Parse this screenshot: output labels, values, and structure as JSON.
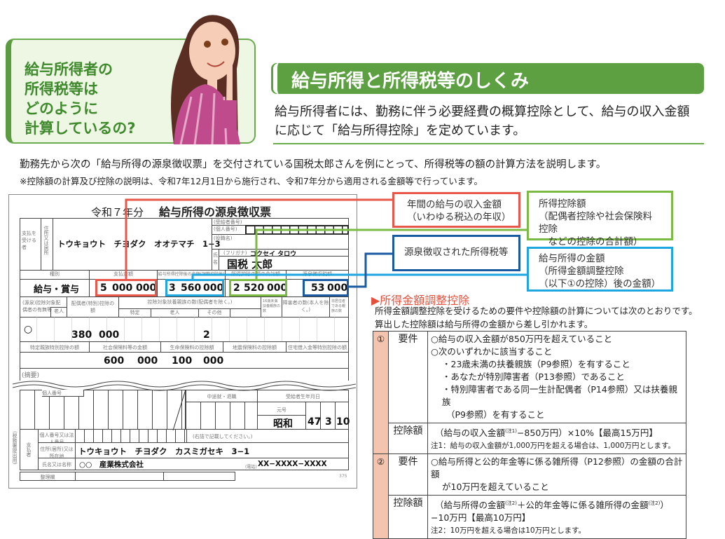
{
  "callout": {
    "lines": [
      "給与所得者の",
      "所得税等は",
      "どのように",
      "計算しているの?"
    ]
  },
  "header": {
    "title": "給与所得と所得税等のしくみ",
    "lead": [
      "給与所得者には、勤務に伴う必要経費の概算控除として、給与の収入金額",
      "に応じて「給与所得控除」を定めています。"
    ]
  },
  "intro": "勤務先から次の「給与所得の源泉徴収票」を交付されている国税太郎さんを例にとって、所得税等の額の計算方法を説明します。",
  "note": "※控除額の計算及び控除の説明は、令和7年12月1日から施行され、令和7年分から適用される金額等で行っています。",
  "form": {
    "year": "令和７年分",
    "title": "給与所得の源泉徴収票",
    "recipient_label": "支払を受ける者",
    "address_label": "住所又は居所",
    "address": "トウキョウト　チヨダク　オオテマチ　1−3",
    "recipient_no_label": "(受給者番号)",
    "personal_no_label": "(個人番号)",
    "position_label": "(役職名)",
    "furigana_label": "(フリガナ)",
    "furigana": "コクセイ タロウ",
    "name_label": "氏名",
    "name": "国税 太郎",
    "col_type": "種別",
    "col_pay": "支払金額",
    "col_after": "給与所得控除後の金額(調整控除後)",
    "col_deduct": "所得控除の額の合計額",
    "col_tax": "源泉徴収税額",
    "type": "給与・賞与",
    "pay": [
      "5",
      "000",
      "000"
    ],
    "after": [
      "3",
      "560",
      "000"
    ],
    "deduct": [
      "2",
      "520",
      "000"
    ],
    "tax": [
      "53",
      "000"
    ],
    "spouse_label": "(源泉)控除対象配偶者の有無等",
    "elderly_label": "老人",
    "spouse_ded_label": "配偶者(特別)控除の額",
    "dependents_label": "控除対象扶養親族の数(配偶者を除く。)",
    "specific_label": "特定",
    "old_label": "老人",
    "other_label": "その他",
    "u16_label": "16歳未満扶養親族の数",
    "disabled_label": "障害者の数(本人を除く。)",
    "nonres_label": "非居住者である親族の数",
    "spouse_mark": "○",
    "spouse_ded": [
      "380",
      "000"
    ],
    "other_count": "2",
    "row4_labels": [
      "特定親族特別控除の額",
      "社会保険料等の金額",
      "生命保険料の控除額",
      "地震保険料の控除額",
      "住宅借入金等特別控除の額"
    ],
    "social": [
      "600",
      "000"
    ],
    "life": [
      "100",
      "000"
    ],
    "memo_label": "(摘要)",
    "personal_no_short": "個人番号",
    "mid_label": "中途就・退職",
    "birth_label": "受給者生年月日",
    "era_label": "元号",
    "era": "昭和",
    "birth": [
      "47",
      "3",
      "10"
    ],
    "payer_label": "支払者",
    "payer_no_label": "個人番号又は法人番号",
    "payer_addr_label": "住所(居所)又は所在地",
    "payer_name_label": "氏名又は名称",
    "payer_addr": "トウキョウト　チヨダク　カスミガセキ　3−1",
    "payer_name": "○○　産業株式会社",
    "phone_label": "(電話)",
    "phone": "XX−XXXX−XXXX",
    "payer_note": "(右詰で記載してください。)",
    "office_label": "整理欄",
    "side_label": "(税務署提出用)",
    "form_no": "375"
  },
  "legend": {
    "red": [
      "年間の給与の収入金額",
      "（いわゆる税込の年収）"
    ],
    "green": [
      "所得控除額",
      "（配偶者控除や社会保険料控除",
      "　などの控除の合計額）"
    ],
    "navy": [
      "源泉徴収された所得税等"
    ],
    "blue": [
      "給与所得の金額",
      "（所得金額調整控除",
      "（以下①の控除）後の金額）"
    ]
  },
  "adjustment": {
    "title": "▶所得金額調整控除",
    "desc": [
      "所得金額調整控除を受けるための要件や控除額の計算については次のとおりです。",
      "算出した控除額は給与所得の金額から差し引かれます。"
    ],
    "rows": [
      {
        "num": "①",
        "req_label": "要件",
        "req": [
          "○給与の収入金額が850万円を超えていること",
          "○次のいずれかに該当すること",
          "・23歳未満の扶養親族（P9参照）を有すること",
          "・あなたが特別障害者（P13参照）であること",
          "・特別障害者である同一生計配偶者（P14参照）又は扶養親族",
          "（P9参照）を有すること"
        ],
        "amt_label": "控除額",
        "amt": "（給与の収入金額",
        "amt_sup": "(注1)",
        "amt2": "−850万円）×10%【最高15万円】",
        "amt_note": "注1：給与の収入金額が1,000万円を超える場合は、1,000万円とします。"
      },
      {
        "num": "②",
        "req_label": "要件",
        "req": [
          "○給与所得と公的年金等に係る雑所得（P12参照）の金額の合計額",
          "が10万円を超えていること"
        ],
        "amt_label": "控除額",
        "amt": "（給与所得の金額",
        "amt_sup": "(注2)",
        "amt2": "＋公的年金等に係る雑所得の金額",
        "amt_sup2": "(注2)",
        "amt3": "）",
        "amt4": "−10万円【最高10万円】",
        "amt_note": "注2：10万円を超える場合は10万円とします。"
      }
    ]
  },
  "colors": {
    "green": "#5ca042",
    "red": "#e8574a",
    "lightblue": "#1ea6e0",
    "navy": "#1a5aa0",
    "pink": "#f5c4ae"
  }
}
